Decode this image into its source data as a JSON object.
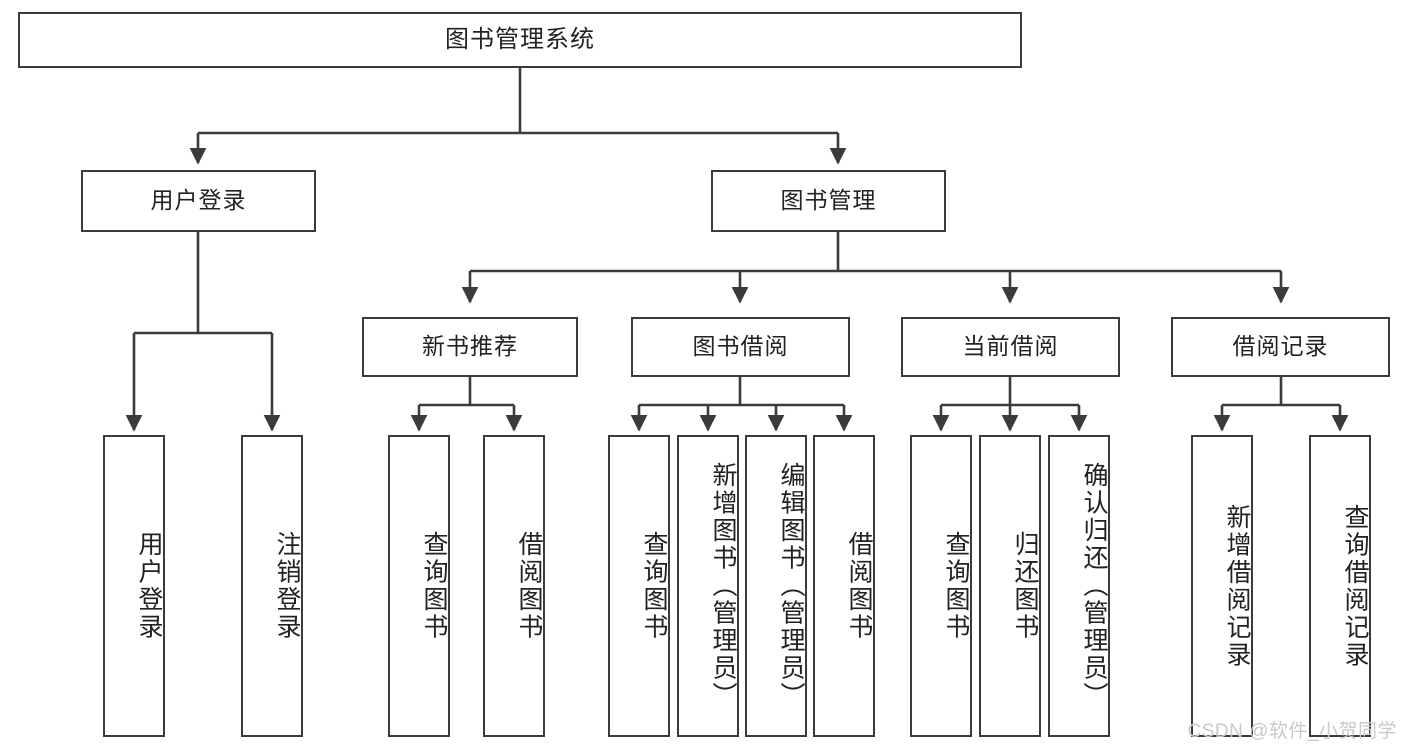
{
  "diagram": {
    "type": "tree",
    "title": "图书管理系统",
    "root": {
      "label": "图书管理系统"
    },
    "level2": [
      {
        "label": "用户登录"
      },
      {
        "label": "图书管理"
      }
    ],
    "level3": [
      {
        "label": "新书推荐"
      },
      {
        "label": "图书借阅"
      },
      {
        "label": "当前借阅"
      },
      {
        "label": "借阅记录"
      }
    ],
    "leaves_user_login": [
      {
        "label": "用户登录"
      },
      {
        "label": "注销登录"
      }
    ],
    "leaves_new_books": [
      {
        "label": "查询图书"
      },
      {
        "label": "借阅图书"
      }
    ],
    "leaves_borrow": [
      {
        "label": "查询图书"
      },
      {
        "label": "新增图书（管理员）"
      },
      {
        "label": "编辑图书（管理员）"
      },
      {
        "label": "借阅图书"
      }
    ],
    "leaves_current": [
      {
        "label": "查询图书"
      },
      {
        "label": "归还图书"
      },
      {
        "label": "确认归还（管理员）"
      }
    ],
    "leaves_records": [
      {
        "label": "新增借阅记录"
      },
      {
        "label": "查询借阅记录"
      }
    ],
    "watermark": "CSDN @软件_小贺同学",
    "colors": {
      "border": "#3b3b3b",
      "background": "#ffffff",
      "text": "#222222",
      "watermark": "#c9c9c9"
    }
  }
}
